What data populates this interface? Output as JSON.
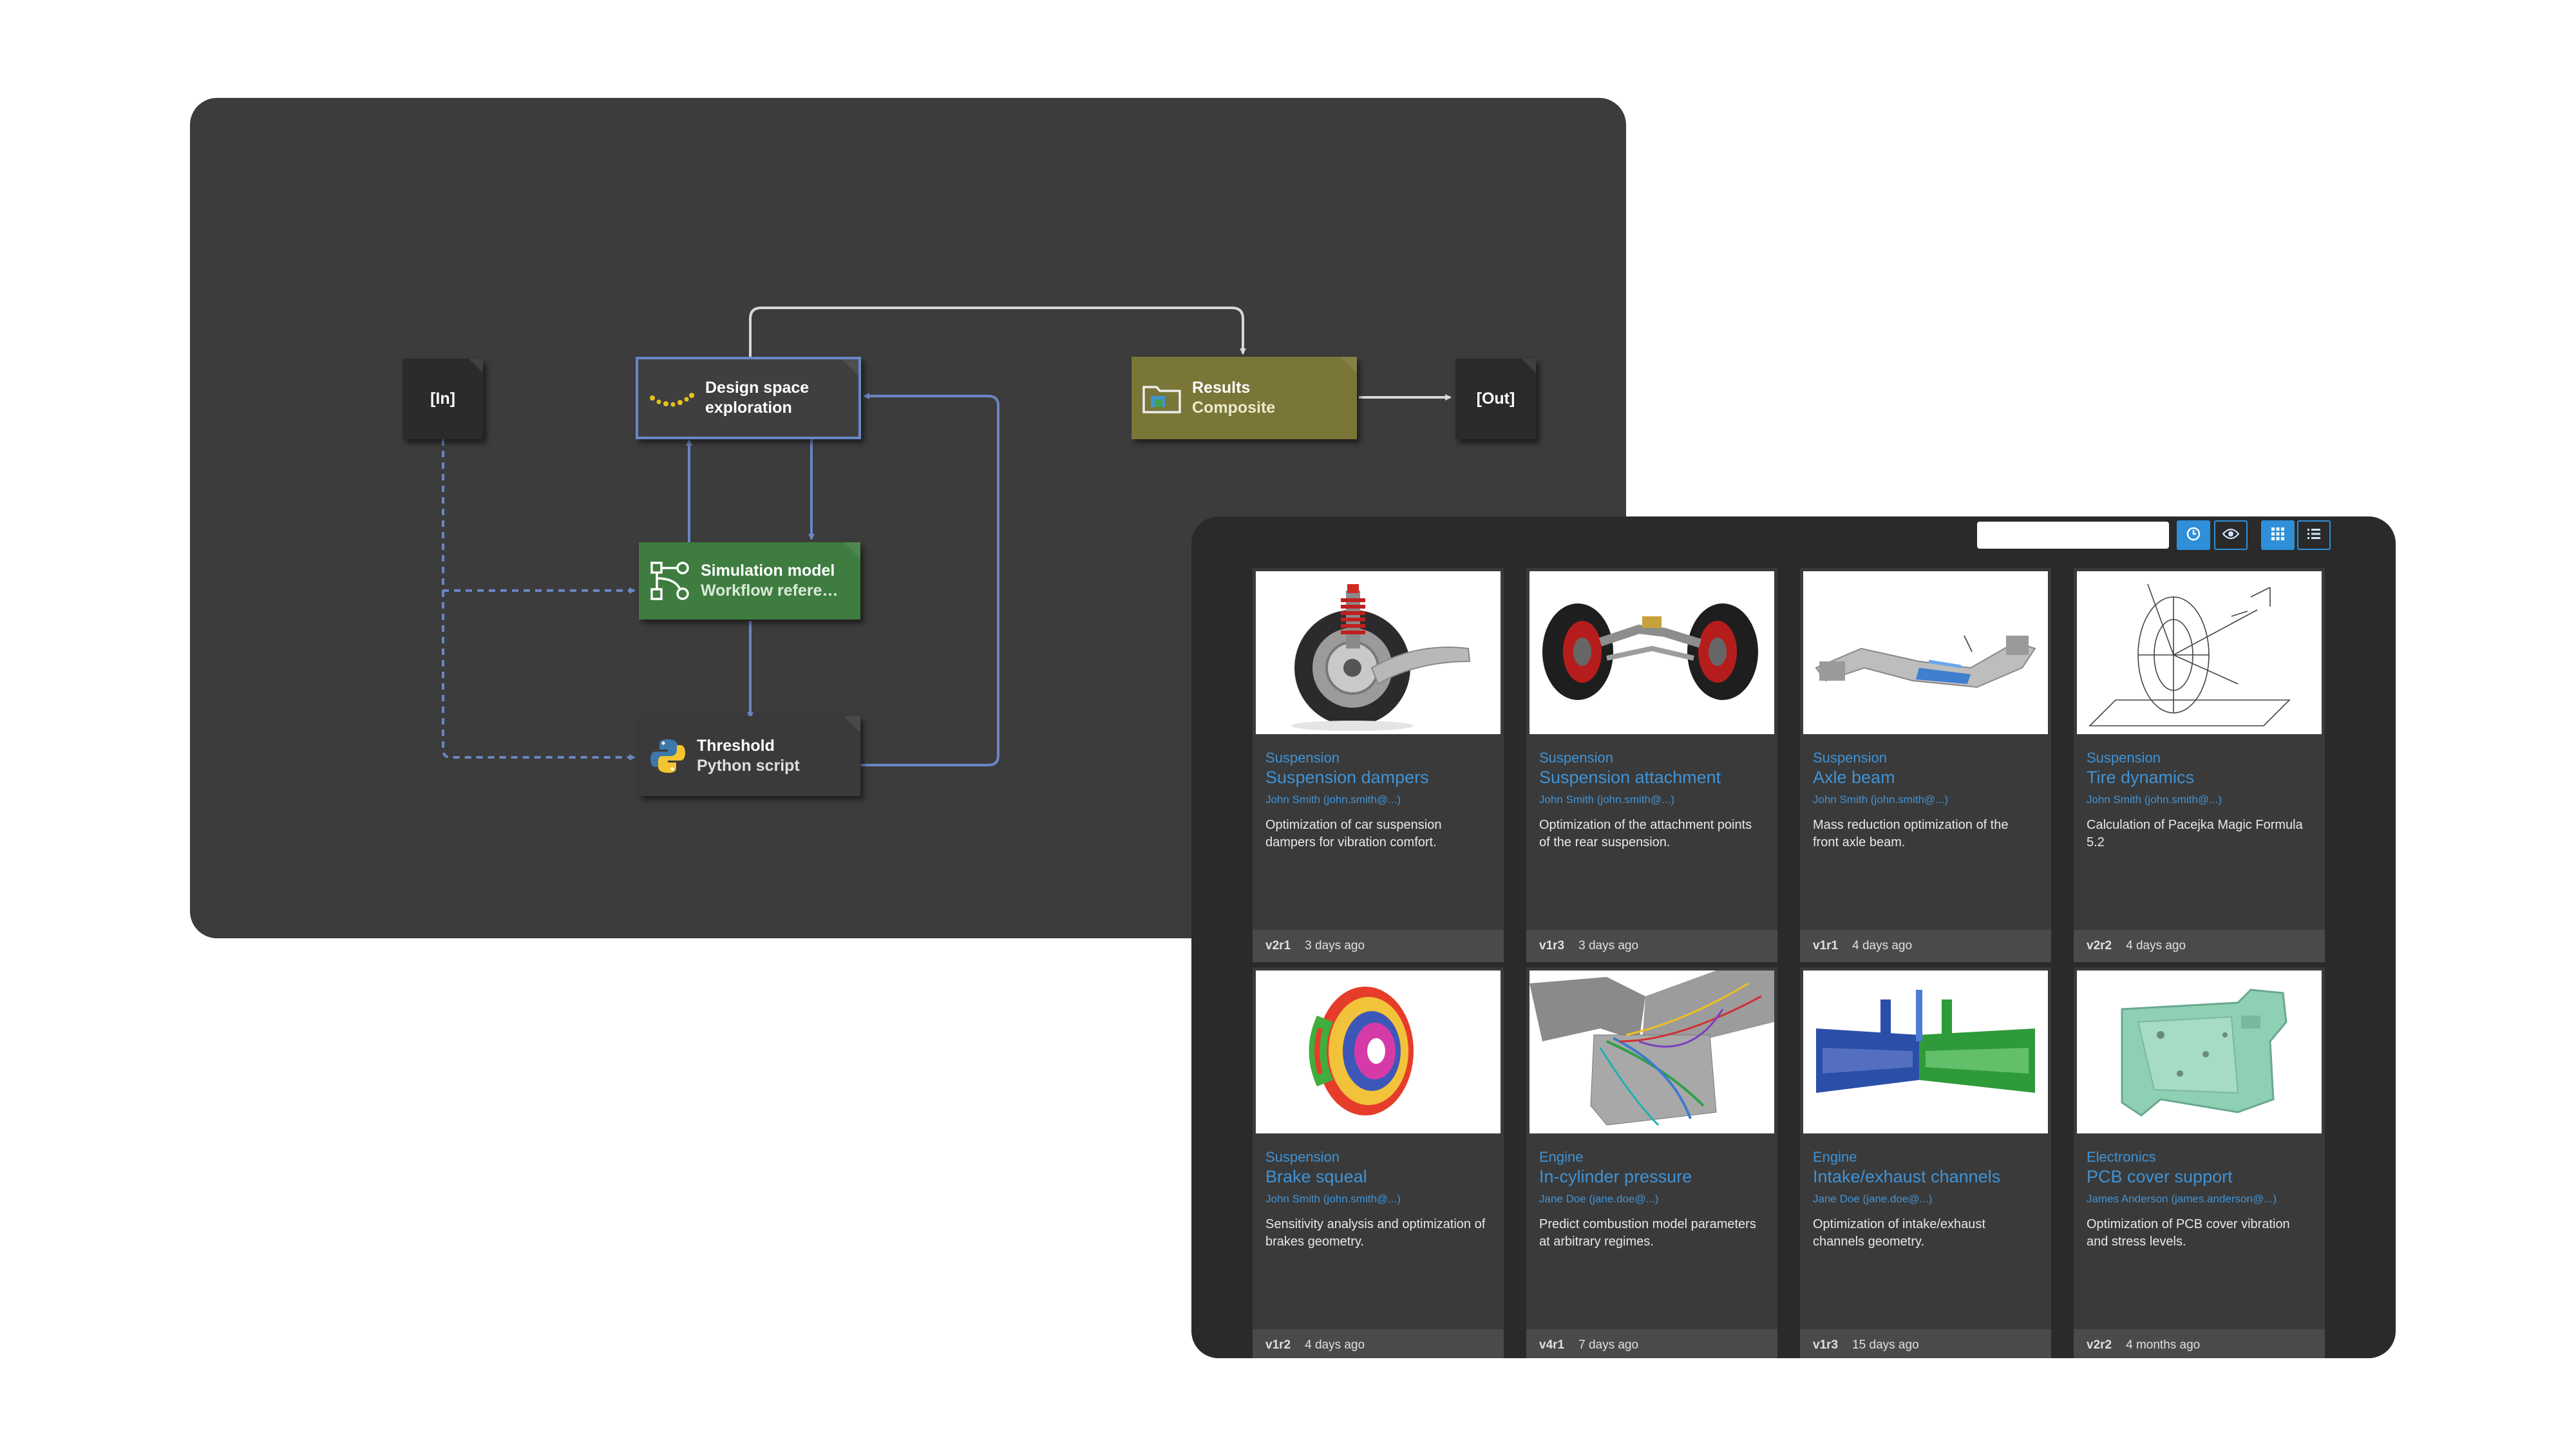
{
  "workflow": {
    "ports": {
      "in_label": "[In]",
      "out_label": "[Out]"
    },
    "nodes": {
      "design_space": {
        "title": "Design space",
        "subtitle": "exploration",
        "icon": "scatter-dots-icon",
        "color": "#3f3f3f",
        "border": "#6a86c6"
      },
      "results": {
        "title": "Results",
        "subtitle": "Composite",
        "icon": "folder-image-icon",
        "color": "#7a7638"
      },
      "simulation": {
        "title": "Simulation model",
        "subtitle": "Workflow refere…",
        "icon": "workflow-graph-icon",
        "color": "#3e7c3f"
      },
      "threshold": {
        "title": "Threshold",
        "subtitle": "Python script",
        "icon": "python-icon",
        "color": "#3a3a3a"
      }
    },
    "colors": {
      "wire": "#6a86c6",
      "wire_light": "#d8d8d8"
    }
  },
  "catalog": {
    "search": {
      "placeholder": ""
    },
    "toolbar": {
      "clock_icon": "clock-icon",
      "eye_icon": "eye-icon",
      "grid_icon": "grid-view-icon",
      "list_icon": "list-view-icon"
    },
    "cards": [
      {
        "category": "Suspension",
        "title": "Suspension dampers",
        "author": "John Smith (john.smith@...)",
        "description": "Optimization of car suspension dampers for vibration comfort.",
        "version": "v2r1",
        "time": "3 days ago",
        "thumb": "damper"
      },
      {
        "category": "Suspension",
        "title": "Suspension attachment",
        "author": "John Smith (john.smith@...)",
        "description": "Optimization of the attachment points of the rear suspension.",
        "version": "v1r3",
        "time": "3 days ago",
        "thumb": "axle-wheels"
      },
      {
        "category": "Suspension",
        "title": "Axle beam",
        "author": "John Smith (john.smith@...)",
        "description": "Mass reduction optimization of the front axle beam.",
        "version": "v1r1",
        "time": "4 days ago",
        "thumb": "beam"
      },
      {
        "category": "Suspension",
        "title": "Tire dynamics",
        "author": "John Smith (john.smith@...)",
        "description": "Calculation of Pacejka Magic Formula 5.2",
        "version": "v2r2",
        "time": "4 days ago",
        "thumb": "tire-diagram"
      },
      {
        "category": "Suspension",
        "title": "Brake squeal",
        "author": "John Smith (john.smith@...)",
        "description": "Sensitivity analysis and optimization of brakes geometry.",
        "version": "v1r2",
        "time": "4 days ago",
        "thumb": "brake"
      },
      {
        "category": "Engine",
        "title": "In-cylinder pressure",
        "author": "Jane Doe (jane.doe@...)",
        "description": "Predict combustion model parameters at arbitrary regimes.",
        "version": "v4r1",
        "time": "7 days ago",
        "thumb": "cylinder"
      },
      {
        "category": "Engine",
        "title": "Intake/exhaust channels",
        "author": "Jane Doe (jane.doe@...)",
        "description": "Optimization of intake/exhaust channels geometry.",
        "version": "v1r3",
        "time": "15 days ago",
        "thumb": "channels"
      },
      {
        "category": "Electronics",
        "title": "PCB cover support",
        "author": "James Anderson (james.anderson@...)",
        "description": "Optimization of PCB cover vibration and stress levels.",
        "version": "v2r2",
        "time": "4 months ago",
        "thumb": "pcb"
      }
    ],
    "colors": {
      "accent": "#3f93d6",
      "card_bg": "#3a3a3a",
      "panel_bg": "#2a2a2a"
    }
  }
}
